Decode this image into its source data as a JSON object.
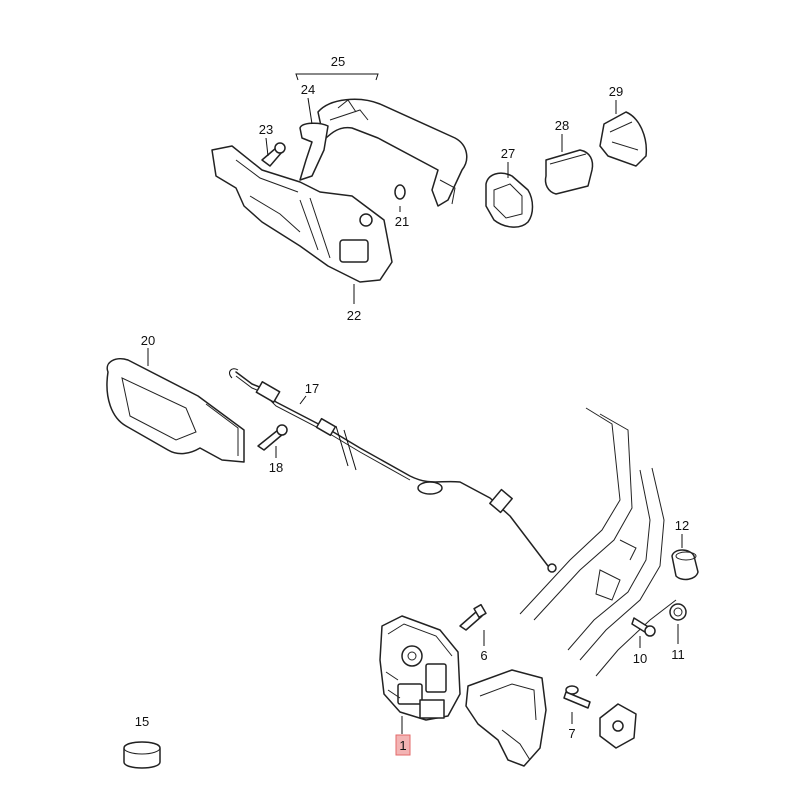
{
  "callouts": [
    {
      "id": "c25",
      "text": "25"
    },
    {
      "id": "c24",
      "text": "24"
    },
    {
      "id": "c23",
      "text": "23"
    },
    {
      "id": "c21",
      "text": "21"
    },
    {
      "id": "c22",
      "text": "22"
    },
    {
      "id": "c27",
      "text": "27"
    },
    {
      "id": "c28",
      "text": "28"
    },
    {
      "id": "c29",
      "text": "29"
    },
    {
      "id": "c20",
      "text": "20"
    },
    {
      "id": "c17",
      "text": "17"
    },
    {
      "id": "c18",
      "text": "18"
    },
    {
      "id": "c12",
      "text": "12"
    },
    {
      "id": "c10",
      "text": "10"
    },
    {
      "id": "c11",
      "text": "11"
    },
    {
      "id": "c6",
      "text": "6"
    },
    {
      "id": "c7",
      "text": "7"
    },
    {
      "id": "c15",
      "text": "15"
    },
    {
      "id": "c1",
      "text": "1"
    }
  ],
  "highlight": {
    "part": "1",
    "color": "#f3b4b4",
    "border": "#e36a6a"
  }
}
